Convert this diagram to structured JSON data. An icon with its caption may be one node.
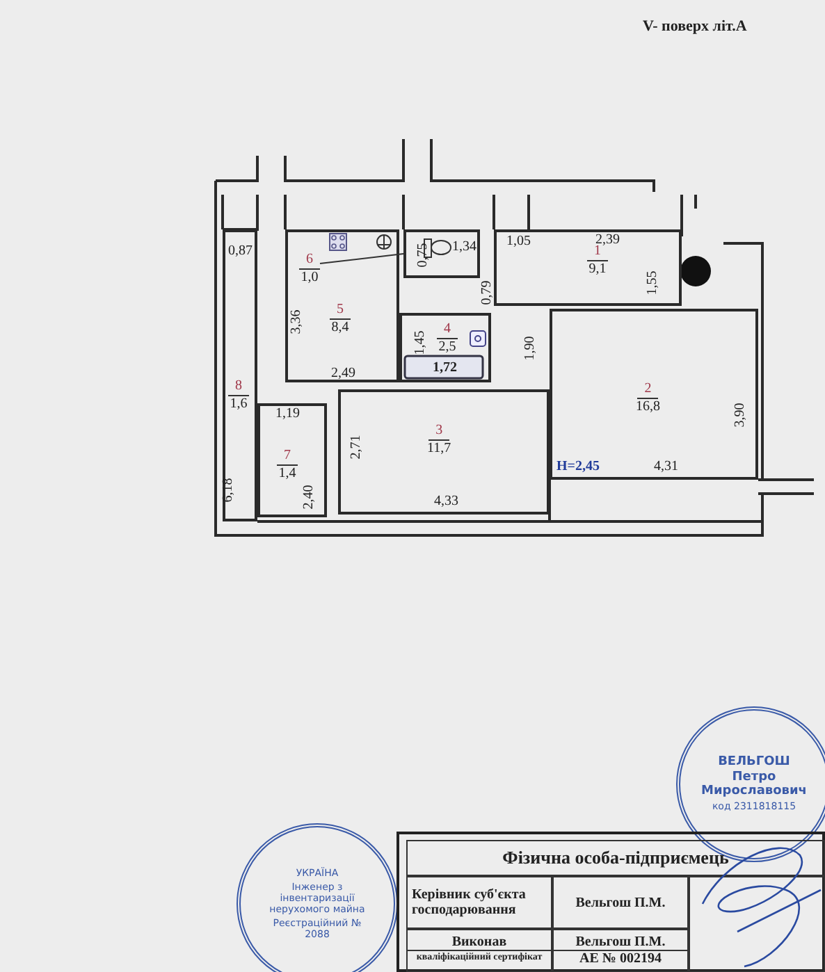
{
  "diagram": {
    "nodes": [
      {
        "text": [
          "8",
          "1,6"
        ]
      },
      {
        "text": [
          "5",
          "8,4"
        ]
      },
      {
        "text": [
          "6",
          "1,0"
        ],
        "in": 1
      },
      {
        "text": [],
        "shape": "box"
      },
      {
        "text": [
          "4",
          "2,5"
        ]
      },
      {
        "text": [
          "7",
          "1,4"
        ]
      },
      {
        "text": [
          "3",
          "11,7"
        ]
      },
      {
        "text": [
          "1",
          "9,1"
        ]
      },
      {
        "text": [
          "2",
          "16,8"
        ]
      },
      {
        "text": [
          "УКРАЇНА",
          "Інженер з інвентаризації нерухомого майна",
          "Реєстраційний № 2088"
        ]
      },
      {
        "text": [
          "ВЕЛЬГОШ Петро Мирославович",
          "код 2311818115"
        ]
      }
    ],
    "edges": [
      {
        "from": 2,
        "to": 3,
        "arrow": "none"
      }
    ],
    "labels": [
      "V- поверх літ.А",
      "0,87",
      "0,75",
      "1,34",
      "1,05",
      "2,39",
      "1,55",
      "3,36",
      "0,79",
      "1,45",
      "1,72",
      "1,90",
      "2,49",
      "3,90",
      "1,19",
      "2,71",
      "H=2,45",
      "4,31",
      "6,18",
      "2,40",
      "4,33",
      "Фізична особа-підприємець",
      "Керівник суб'єкта господарювання",
      "Вельгош П.М.",
      "Виконав",
      "кваліфікаційний сертифікат",
      "Вельгош П.М.",
      "АЕ № 002194"
    ]
  }
}
